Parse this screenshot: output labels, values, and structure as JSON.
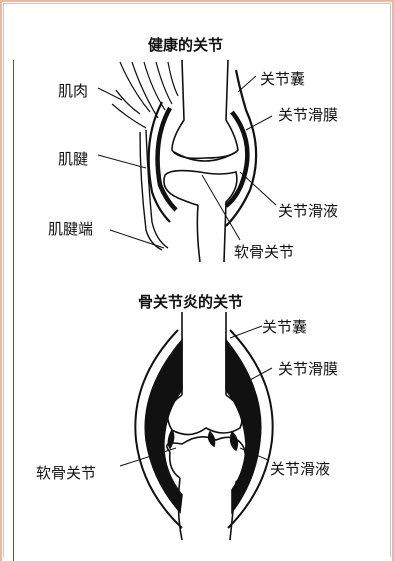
{
  "healthy": {
    "title": "健康的关节",
    "labels": {
      "muscle": "肌肉",
      "tendon": "肌腱",
      "tendon_end": "肌腱端",
      "capsule": "关节囊",
      "synovium": "关节滑膜",
      "synovial_fluid": "关节滑液",
      "cartilage": "软骨关节"
    }
  },
  "arthritis": {
    "title": "骨关节炎的关节",
    "labels": {
      "capsule": "关节囊",
      "synovium": "关节滑膜",
      "synovial_fluid": "关节滑液",
      "cartilage": "软骨关节"
    }
  },
  "colors": {
    "ink": "#111111",
    "frame_accent": "#e9b9a6"
  }
}
